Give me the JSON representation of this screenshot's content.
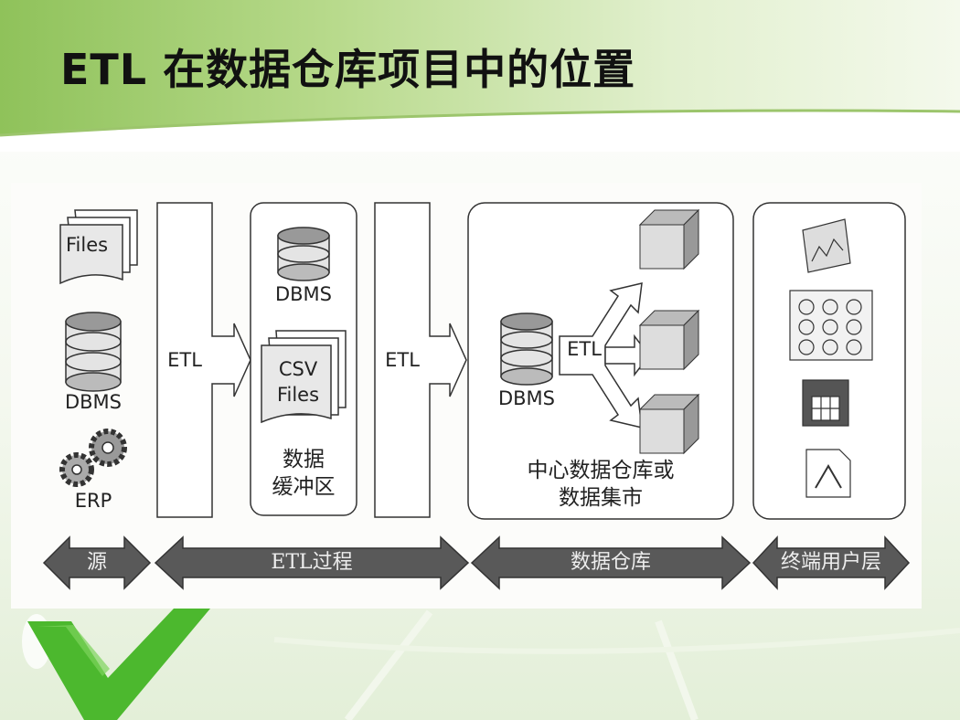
{
  "slide": {
    "title": "ETL 在数据仓库项目中的位置"
  },
  "diagram": {
    "sources": {
      "files": "Files",
      "dbms": "DBMS",
      "erp": "ERP"
    },
    "etl_stage_1": {
      "label": "ETL"
    },
    "buffer": {
      "dbms": "DBMS",
      "csv_line1": "CSV",
      "csv_line2": "Files",
      "caption_line1": "数据",
      "caption_line2": "缓冲区"
    },
    "etl_stage_2": {
      "label": "ETL"
    },
    "warehouse": {
      "dbms": "DBMS",
      "etl": "ETL",
      "caption_line1": "中心数据仓库或",
      "caption_line2": "数据集市"
    },
    "bands": [
      "源",
      "ETL过程",
      "数据仓库",
      "终端用户层"
    ]
  },
  "colors": {
    "accent_green": "#8fc25a",
    "check_green": "#4cb82e",
    "band_dark": "#555555"
  }
}
